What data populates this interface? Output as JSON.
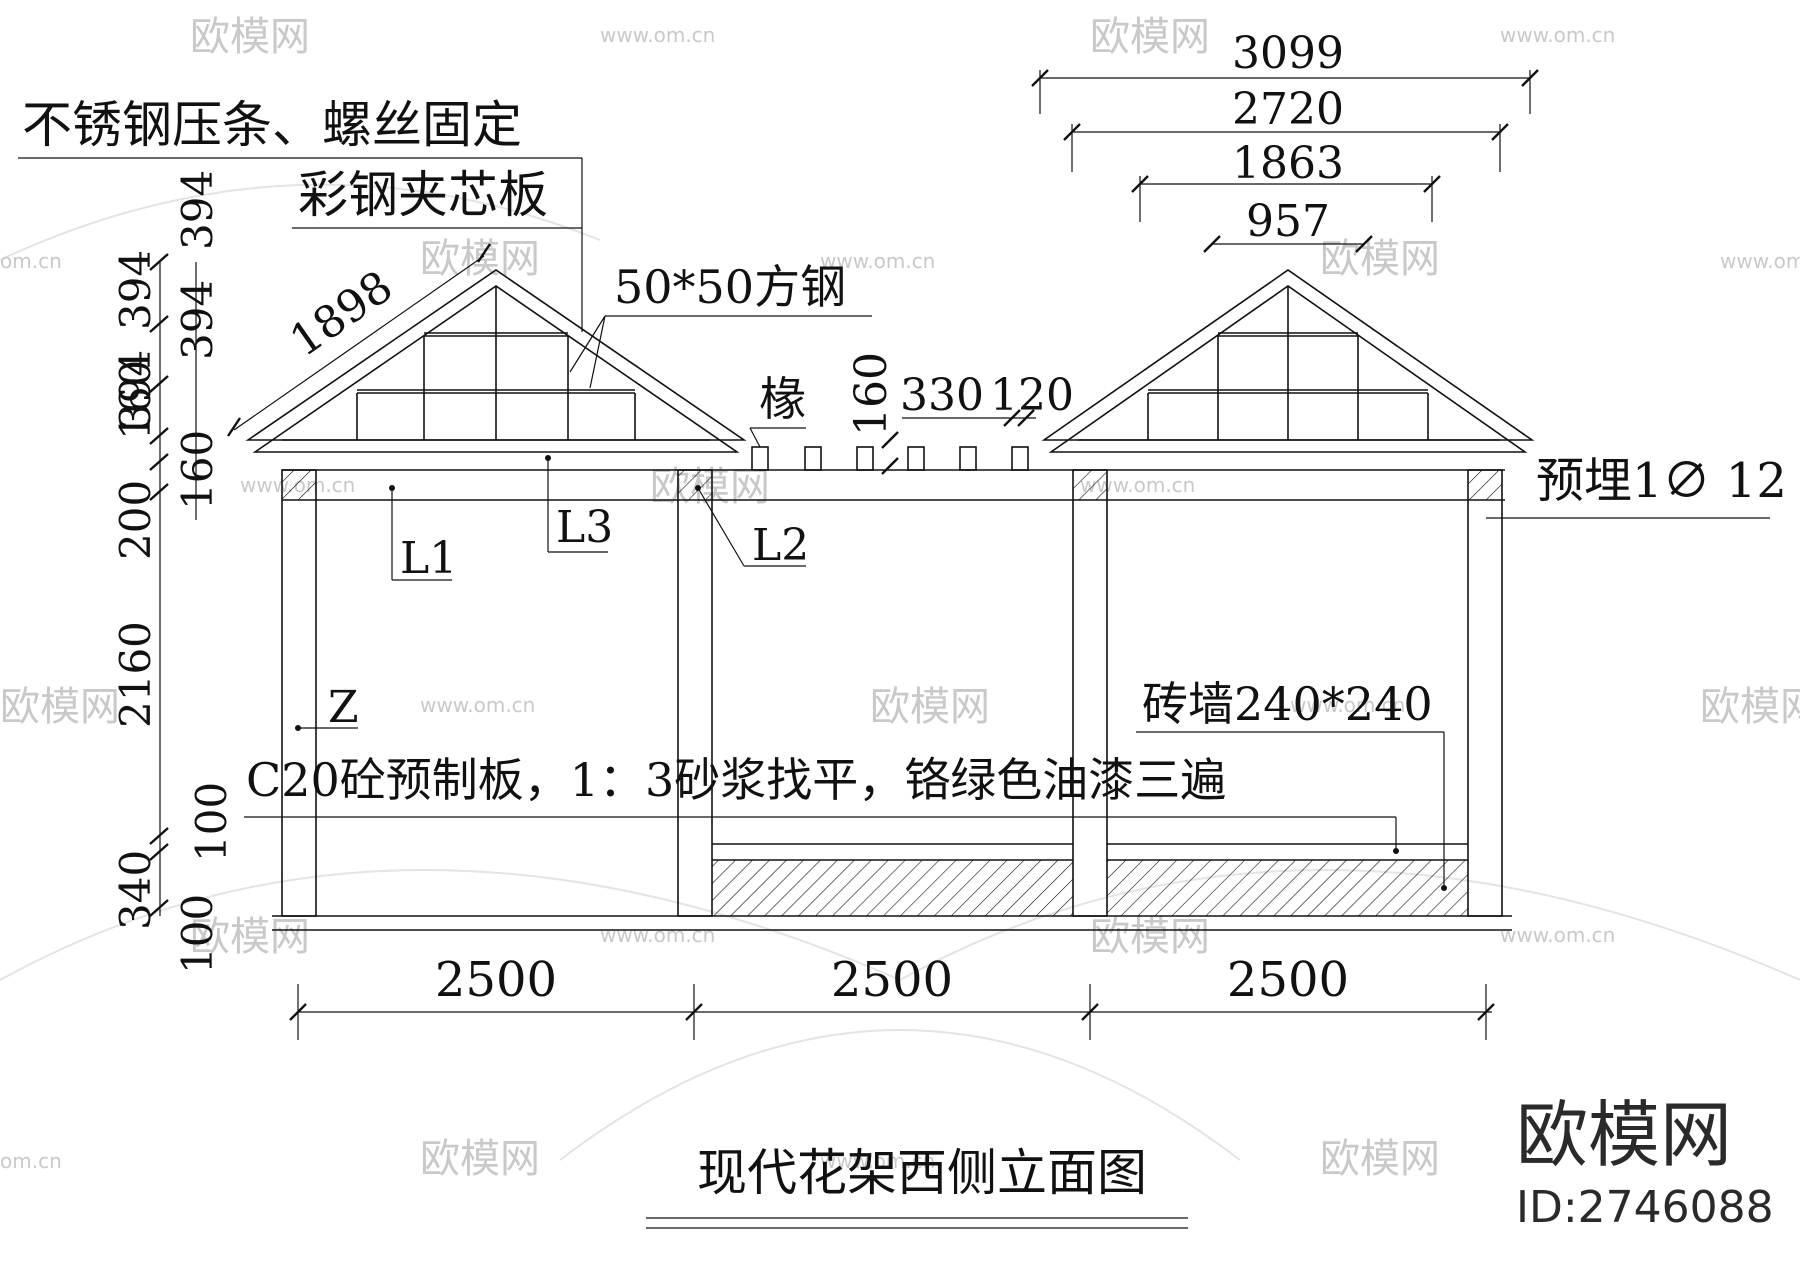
{
  "title": "现代花架西侧立面图",
  "labels": {
    "steel_strip": "不锈钢压条、螺丝固定",
    "sandwich_panel": "彩钢夹芯板",
    "square_steel": "50*50方钢",
    "rafter": "椽",
    "embedded": "预埋1∅ 12",
    "l1": "L1",
    "l2": "L2",
    "l3": "L3",
    "column": "Z",
    "brick_wall": "砖墙240*240",
    "slab_note": "C20砼预制板，1：3砂浆找平，铬绿色油漆三遍"
  },
  "dimensions": {
    "top": [
      "3099",
      "2720",
      "1863",
      "957"
    ],
    "roof_slope": "1898",
    "left_vertical": [
      "394",
      "394",
      "394",
      "394",
      "160",
      "160",
      "200",
      "2160",
      "100",
      "340",
      "100"
    ],
    "rafter": [
      "160",
      "330",
      "120"
    ],
    "bottom": [
      "2500",
      "2500",
      "2500"
    ]
  },
  "watermark": {
    "brand": "欧模网",
    "url": "www.om.cn",
    "short_url": "om.cn",
    "id": "ID:2746088"
  }
}
